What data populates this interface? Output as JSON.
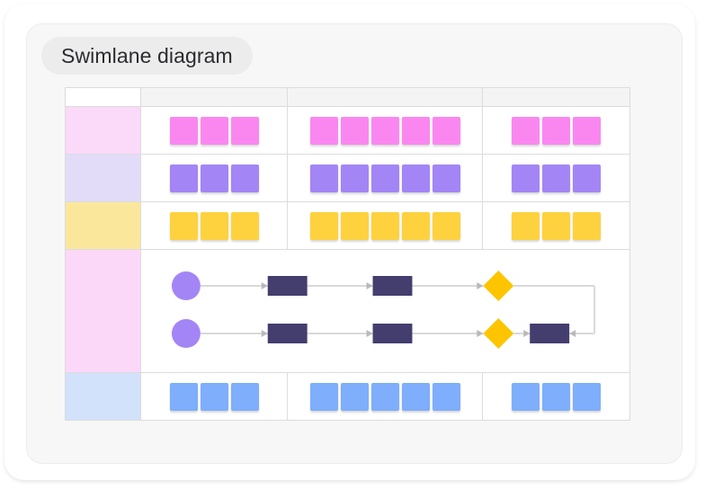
{
  "card": {
    "title": "Swimlane diagram"
  },
  "table": {
    "header": {
      "corner_label": "",
      "columns": [
        "",
        "",
        ""
      ]
    },
    "lanes": [
      {
        "name": "lane-pink-top",
        "label": "",
        "label_color": "#fbd9f9",
        "block_color": "#fa87f0",
        "type": "blocks",
        "counts": [
          3,
          5,
          3
        ]
      },
      {
        "name": "lane-lavender",
        "label": "",
        "label_color": "#e2dcf8",
        "block_color": "#a385f6",
        "type": "blocks",
        "counts": [
          3,
          5,
          3
        ]
      },
      {
        "name": "lane-yellow",
        "label": "",
        "label_color": "#fbe79c",
        "block_color": "#fdd23e",
        "type": "blocks",
        "counts": [
          3,
          5,
          3
        ]
      },
      {
        "name": "lane-flow",
        "label": "",
        "label_color": "#fcd8f8",
        "type": "flow"
      },
      {
        "name": "lane-blue",
        "label": "",
        "label_color": "#d3e2fb",
        "block_color": "#7eaefc",
        "type": "blocks",
        "counts": [
          3,
          5,
          3
        ]
      }
    ]
  },
  "flow": {
    "node_colors": {
      "start": "#a385f6",
      "process": "#433e6e",
      "decision": "#fdc500",
      "connector": "#d9d9d9"
    },
    "rows": [
      {
        "name": "flow-row-top",
        "nodes": [
          {
            "name": "start-circle-top",
            "shape": "circle",
            "label": ""
          },
          {
            "name": "process-1-top",
            "shape": "rectangle",
            "label": ""
          },
          {
            "name": "process-2-top",
            "shape": "rectangle",
            "label": ""
          },
          {
            "name": "decision-top",
            "shape": "diamond",
            "label": ""
          }
        ]
      },
      {
        "name": "flow-row-bottom",
        "nodes": [
          {
            "name": "start-circle-bottom",
            "shape": "circle",
            "label": ""
          },
          {
            "name": "process-1-bottom",
            "shape": "rectangle",
            "label": ""
          },
          {
            "name": "process-2-bottom",
            "shape": "rectangle",
            "label": ""
          },
          {
            "name": "decision-bottom",
            "shape": "diamond",
            "label": ""
          },
          {
            "name": "process-3-bottom",
            "shape": "rectangle",
            "label": ""
          }
        ]
      }
    ],
    "loopback": {
      "name": "loopback-connector",
      "from": "decision-top",
      "to": "process-3-bottom"
    }
  }
}
